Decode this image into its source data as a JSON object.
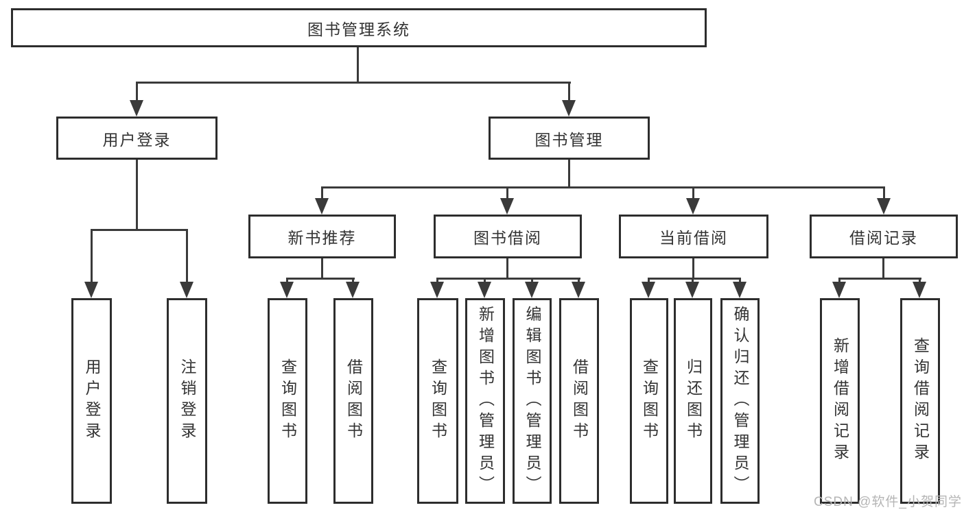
{
  "diagram": {
    "title_node": {
      "label": "图书管理系统"
    },
    "level2": [
      {
        "label": "用户登录"
      },
      {
        "label": "图书管理"
      }
    ],
    "level3": [
      {
        "label": "新书推荐"
      },
      {
        "label": "图书借阅"
      },
      {
        "label": "当前借阅"
      },
      {
        "label": "借阅记录"
      }
    ],
    "leaves": [
      {
        "label": "用户登录"
      },
      {
        "label": "注销登录"
      },
      {
        "label": "查询图书"
      },
      {
        "label": "借阅图书"
      },
      {
        "label": "查询图书"
      },
      {
        "label": "新增图书（管理员）"
      },
      {
        "label": "编辑图书（管理员）"
      },
      {
        "label": "借阅图书"
      },
      {
        "label": "查询图书"
      },
      {
        "label": "归还图书"
      },
      {
        "label": "确认归还（管理员）"
      },
      {
        "label": "新增借阅记录"
      },
      {
        "label": "查询借阅记录"
      }
    ],
    "colors": {
      "line": "#3a3a3a",
      "box_border": "#2d2d2d",
      "text": "#333333",
      "background": "#ffffff",
      "watermark": "#b5b5b5"
    }
  },
  "watermark": {
    "text": "CSDN @软件_小贺同学"
  }
}
